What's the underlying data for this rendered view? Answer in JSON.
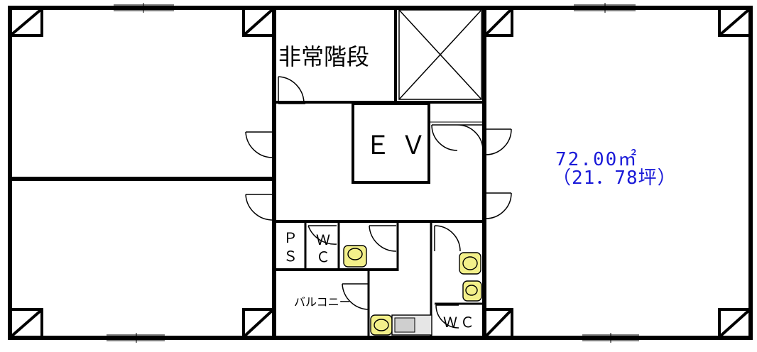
{
  "labels": {
    "emergency_stairs": "非常階段",
    "elevator": "ＥＶ",
    "pipe_space": "ＰＳ",
    "toilet_vertical": "ＷＣ",
    "balcony": "バルコニー",
    "toilet_horizontal": "ＷＣ"
  },
  "area": {
    "square_meters": "72.00㎡",
    "tsubo": "（21．78坪）"
  },
  "colors": {
    "walls": "#000000",
    "area_text": "#1a1ad8",
    "fixtures": "#f3f08a",
    "background": "#ffffff"
  }
}
